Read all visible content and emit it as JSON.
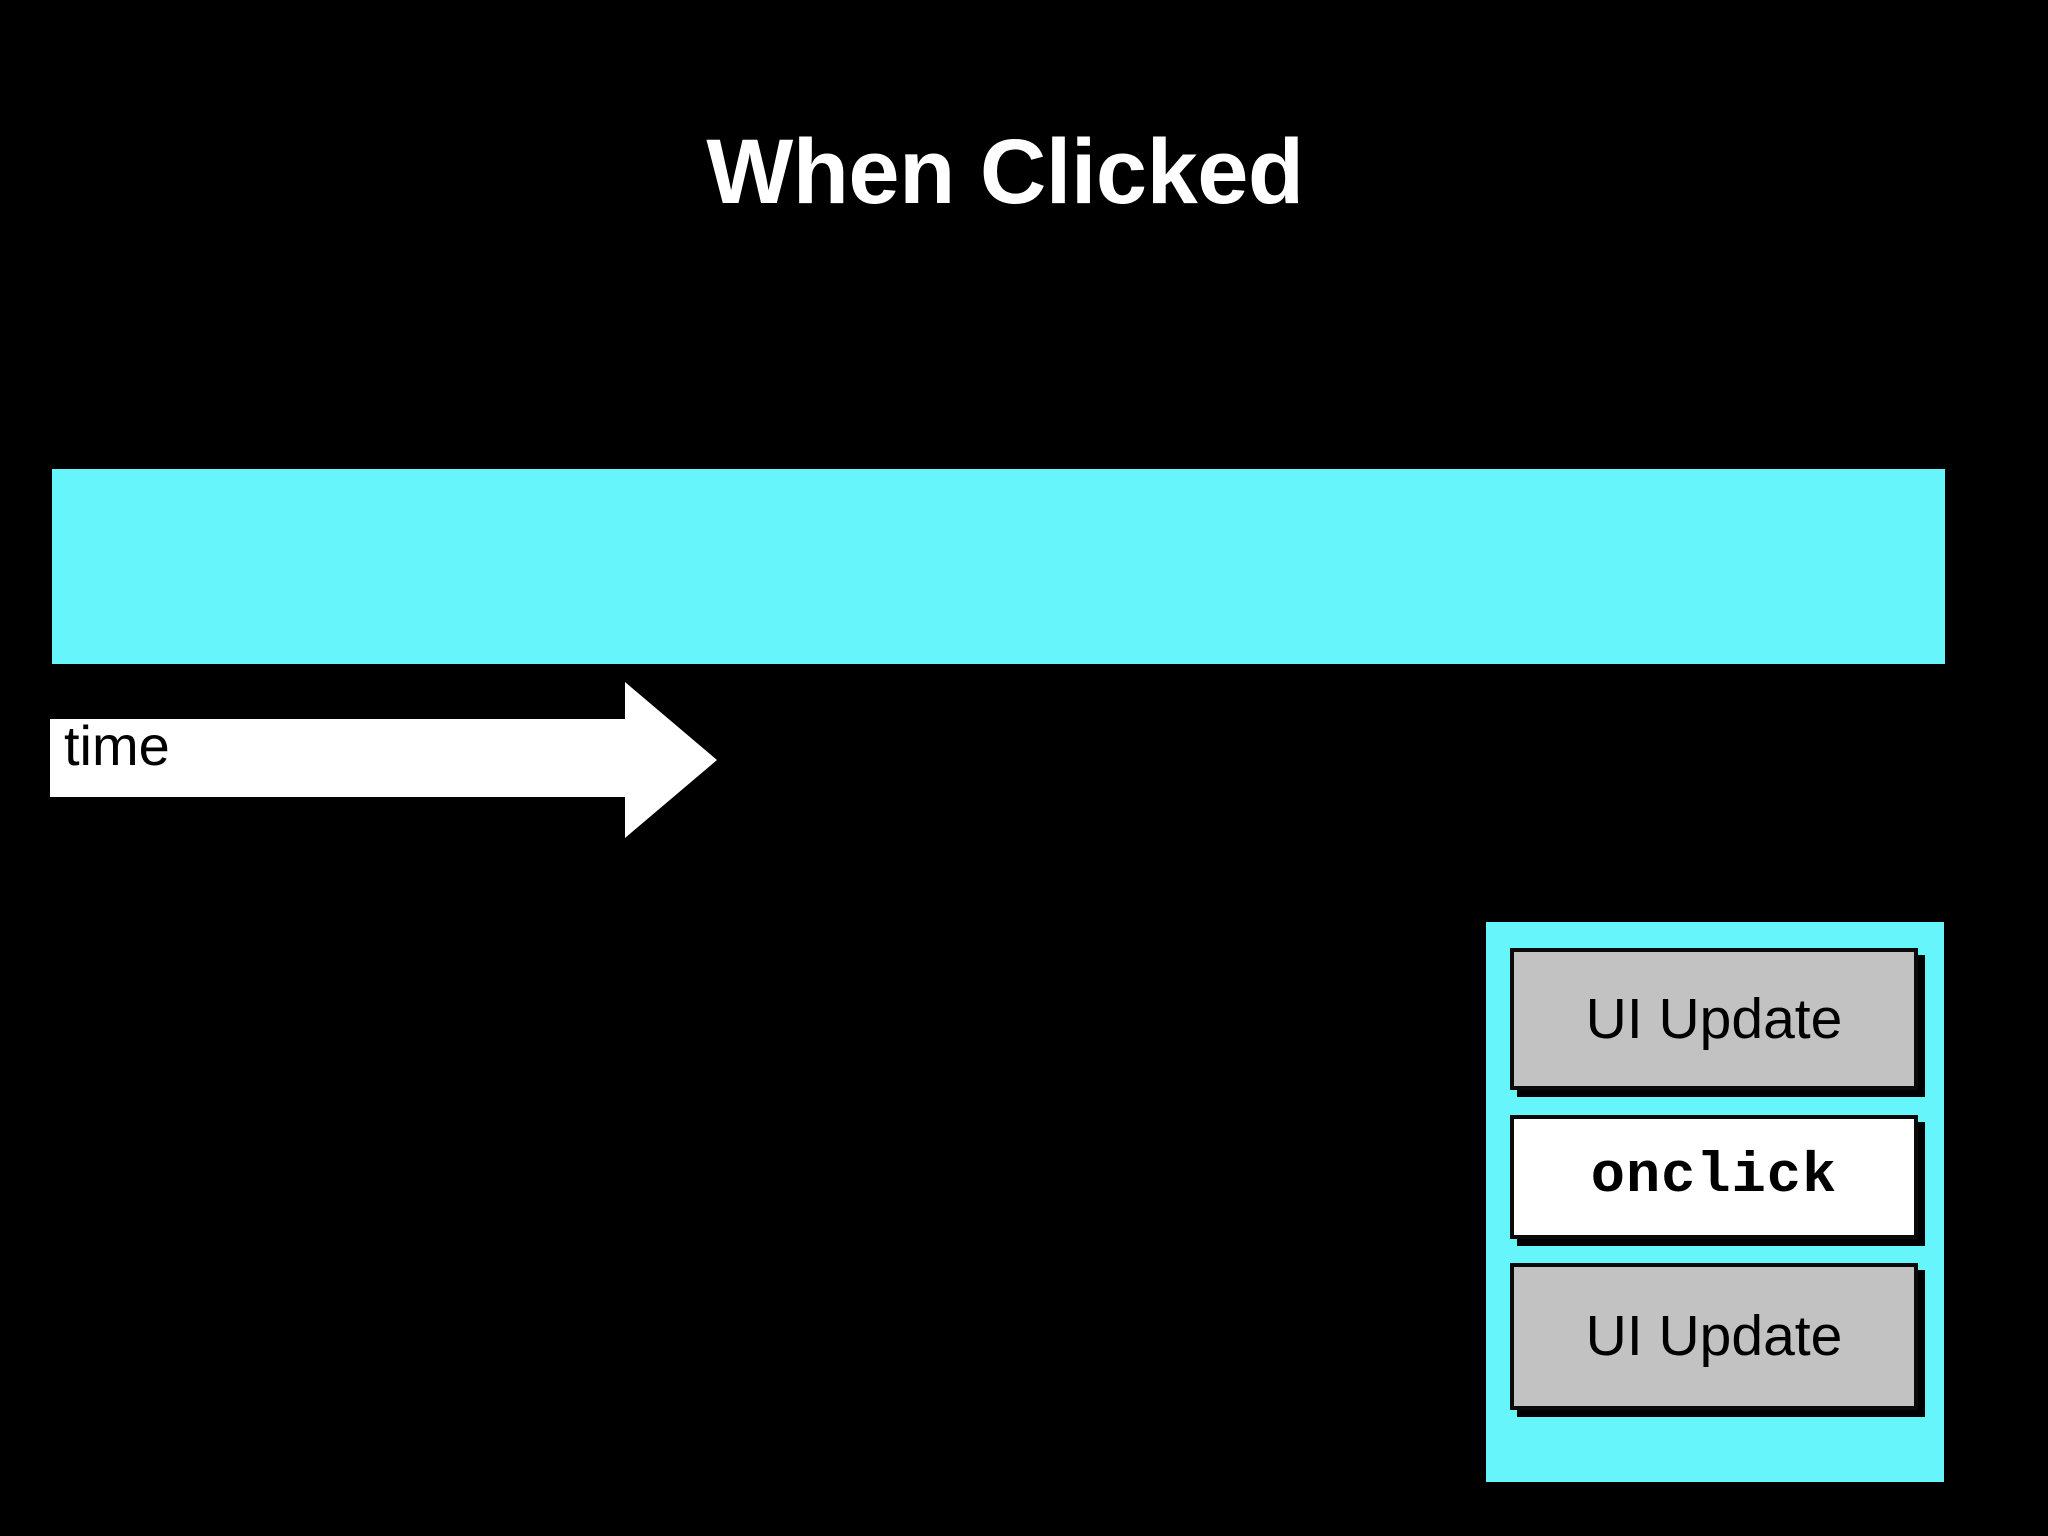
{
  "slide": {
    "title": "When Clicked",
    "background_color": "#000000",
    "title_color": "#ffffff"
  },
  "timeline": {
    "bar_color": "#66F5FB",
    "bar_label": "",
    "arrow": {
      "label": "time",
      "color": "#ffffff",
      "label_color": "#000000",
      "direction": "right"
    }
  },
  "event_loop_panel": {
    "panel_color": "#66F5FB",
    "boxes": [
      {
        "label": "UI Update",
        "fill": "#C2C2C2",
        "style": "sans"
      },
      {
        "label": "onclick",
        "fill": "#FFFFFF",
        "style": "mono"
      },
      {
        "label": "UI Update",
        "fill": "#C2C2C2",
        "style": "sans"
      }
    ]
  }
}
